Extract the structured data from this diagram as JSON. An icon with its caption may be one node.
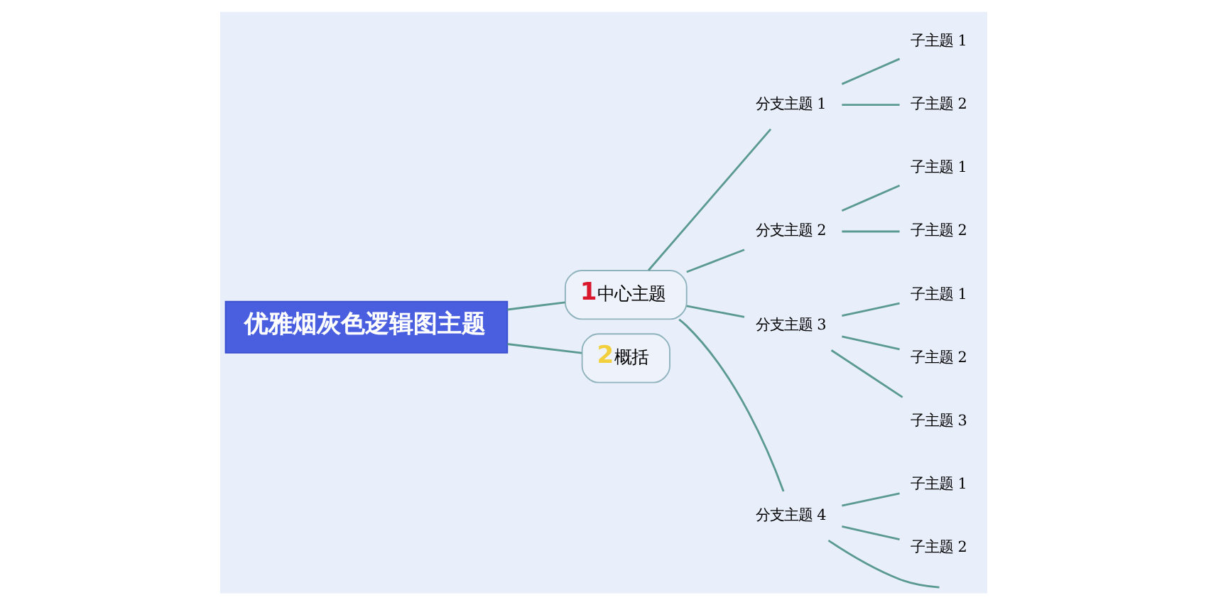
{
  "diagram": {
    "nodes": [
      {
        "text": [
          "优雅烟灰色逻辑图主题"
        ]
      },
      {
        "text": [
          "1",
          "中心主题"
        ]
      },
      {
        "text": [
          "2",
          "概括"
        ]
      },
      {
        "text": [
          "分支主题 1"
        ]
      },
      {
        "text": [
          "子主题 1"
        ]
      },
      {
        "text": [
          "子主题 2"
        ]
      },
      {
        "text": [
          "分支主题 2"
        ]
      },
      {
        "text": [
          "子主题 1"
        ]
      },
      {
        "text": [
          "子主题 2"
        ]
      },
      {
        "text": [
          "分支主题 3"
        ]
      },
      {
        "text": [
          "子主题 1"
        ]
      },
      {
        "text": [
          "子主题 2"
        ]
      },
      {
        "text": [
          "子主题 3"
        ]
      },
      {
        "text": [
          "分支主题 4"
        ]
      },
      {
        "text": [
          "子主题 1"
        ]
      },
      {
        "text": [
          "子主题 2"
        ]
      }
    ],
    "edges": [
      {
        "from": 0,
        "to": 1,
        "arrow": "none"
      },
      {
        "from": 0,
        "to": 2,
        "arrow": "none"
      },
      {
        "from": 1,
        "to": 3,
        "arrow": "none"
      },
      {
        "from": 1,
        "to": 6,
        "arrow": "none"
      },
      {
        "from": 1,
        "to": 9,
        "arrow": "none"
      },
      {
        "from": 1,
        "to": 13,
        "arrow": "none"
      },
      {
        "from": 3,
        "to": 4,
        "arrow": "none"
      },
      {
        "from": 3,
        "to": 5,
        "arrow": "none"
      },
      {
        "from": 6,
        "to": 7,
        "arrow": "none"
      },
      {
        "from": 6,
        "to": 8,
        "arrow": "none"
      },
      {
        "from": 9,
        "to": 10,
        "arrow": "none"
      },
      {
        "from": 9,
        "to": 11,
        "arrow": "none"
      },
      {
        "from": 9,
        "to": 12,
        "arrow": "none"
      },
      {
        "from": 13,
        "to": 14,
        "arrow": "none"
      },
      {
        "from": 13,
        "to": 15,
        "arrow": "none"
      },
      {
        "from": 13,
        "to": null,
        "arrow": "none"
      }
    ]
  }
}
